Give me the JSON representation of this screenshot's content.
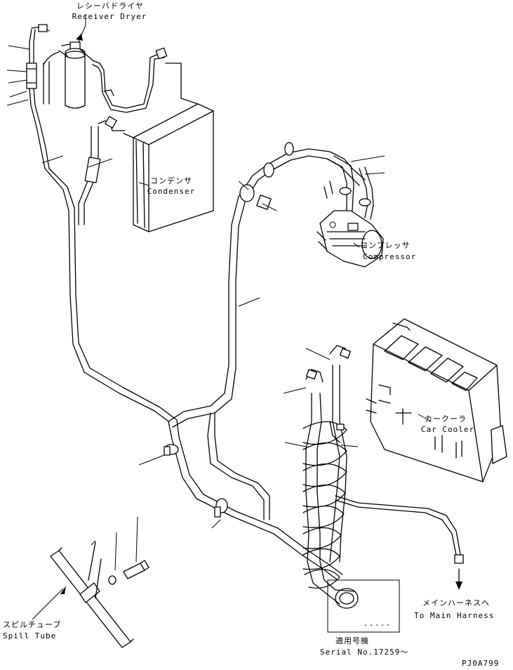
{
  "components": {
    "receiver_dryer": {
      "label_ja": "レシーバドライヤ",
      "label_en": "Receiver Dryer"
    },
    "condenser": {
      "label_ja": "コンデンサ",
      "label_en": "Condenser"
    },
    "compressor": {
      "label_ja": "コンプレッサ",
      "label_en": "Compressor"
    },
    "car_cooler": {
      "label_ja": "カークーラ",
      "label_en": "Car Cooler"
    },
    "spill_tube": {
      "label_ja": "スピルチューブ",
      "label_en": "Spill Tube"
    },
    "main_harness": {
      "label_ja": "メインハーネスへ",
      "label_en": "To Main Harness"
    },
    "serial": {
      "label_ja": "適用号機",
      "label_en": "Serial No.17259～"
    }
  },
  "drawing_id": "PJ0A799"
}
